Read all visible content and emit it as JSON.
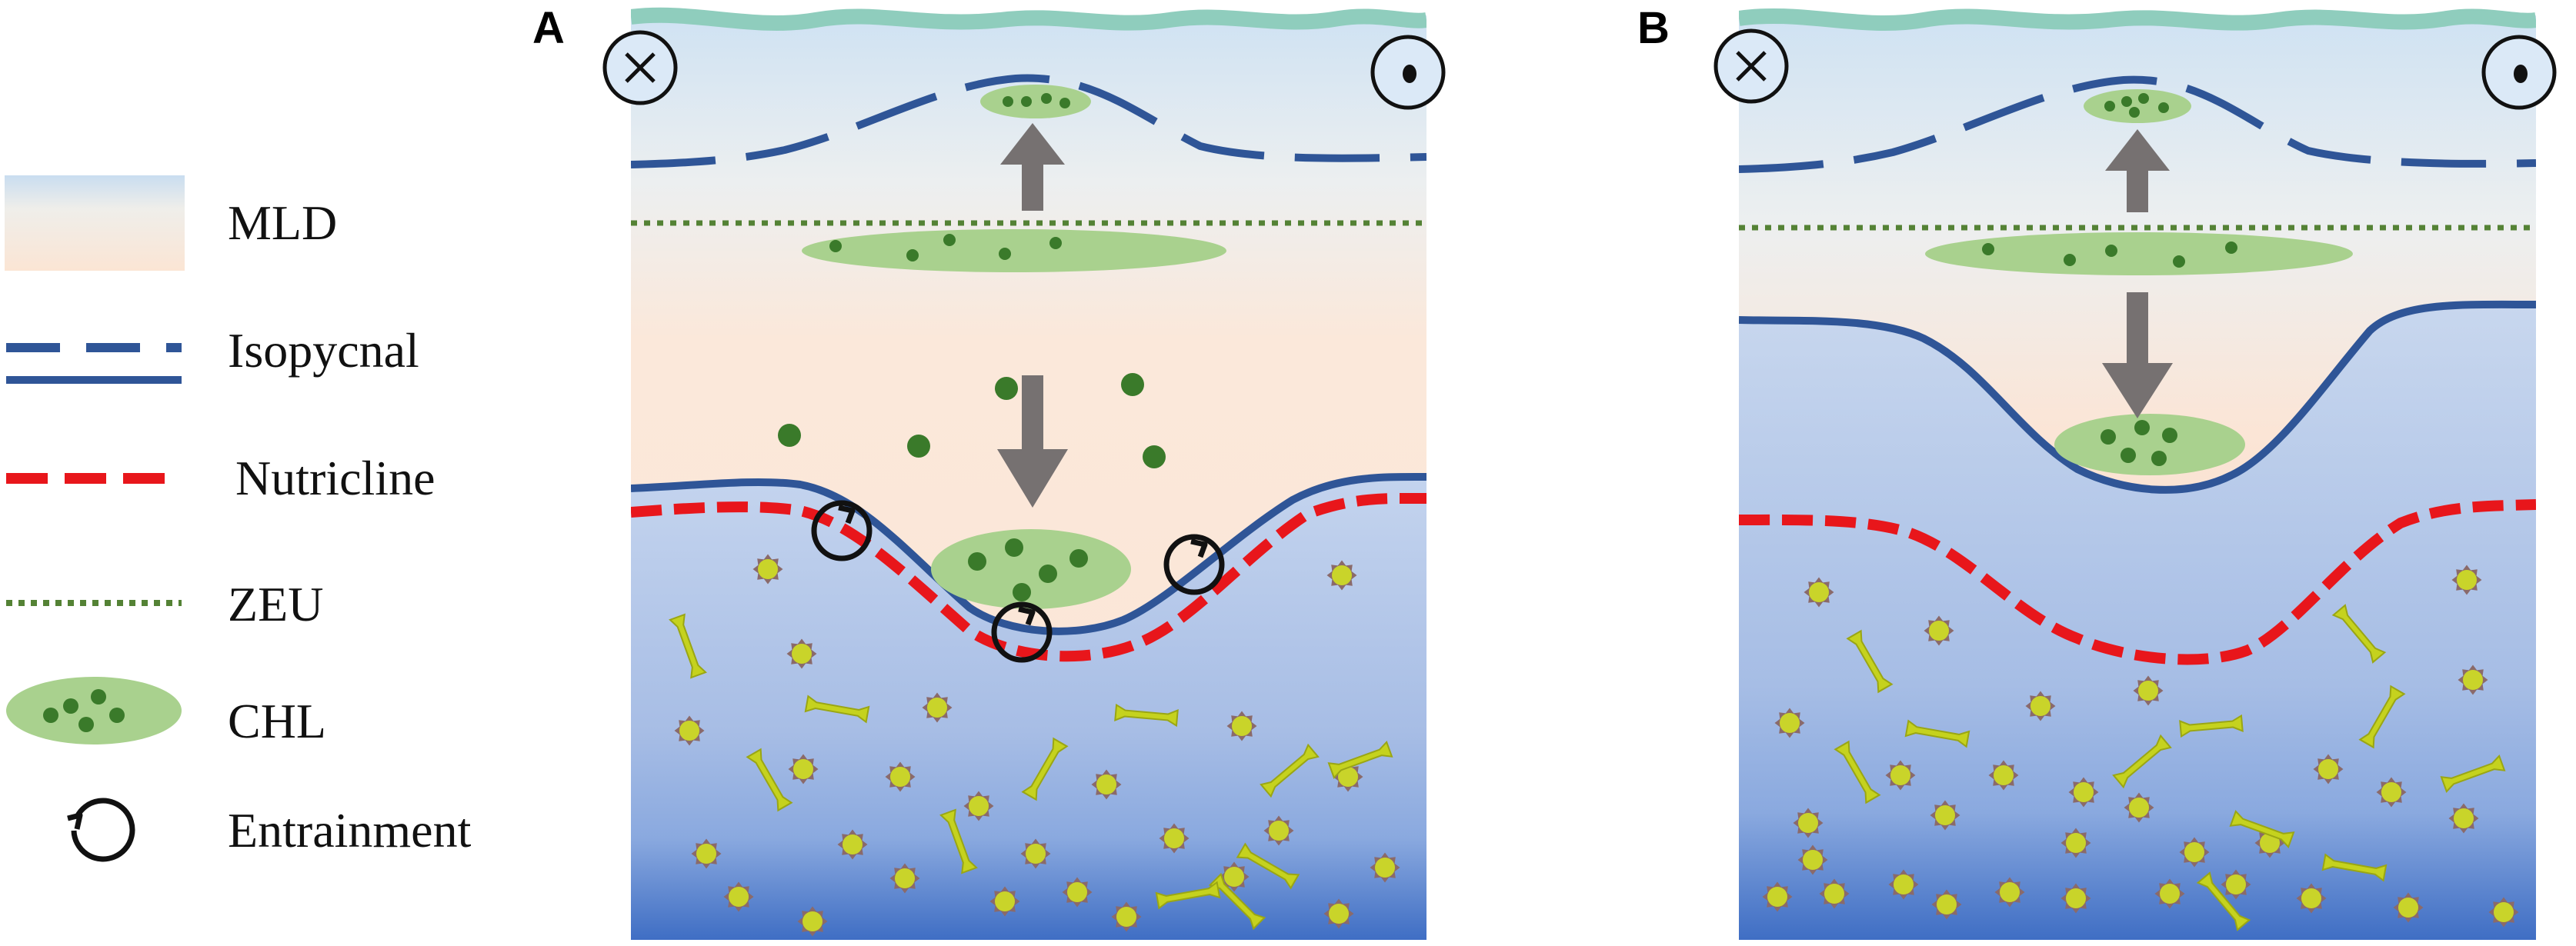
{
  "panels": [
    {
      "letter": "A"
    },
    {
      "letter": "B"
    }
  ],
  "legend": [
    {
      "label": "MLD",
      "icon": "mld-swatch-icon"
    },
    {
      "label": "Isopycnal",
      "icon": "isopycnal-line-icon"
    },
    {
      "label": "Nutricline",
      "icon": "nutricline-line-icon"
    },
    {
      "label": "ZEU",
      "icon": "zeu-line-icon"
    },
    {
      "label": "CHL",
      "icon": "chl-ellipse-icon"
    },
    {
      "label": "Entrainment",
      "icon": "entrainment-arrow-icon"
    }
  ],
  "colors": {
    "isopycnal": "#2f5597",
    "nutricline": "#e8161b",
    "zeu": "#548235",
    "chl": "#a9d18e",
    "chl_cell": "#3a7a2a",
    "surface": "#8fcdbd",
    "arrow": "#767171",
    "mixed_layer": "#fbe5d6",
    "deep_water": "#4472c4"
  }
}
